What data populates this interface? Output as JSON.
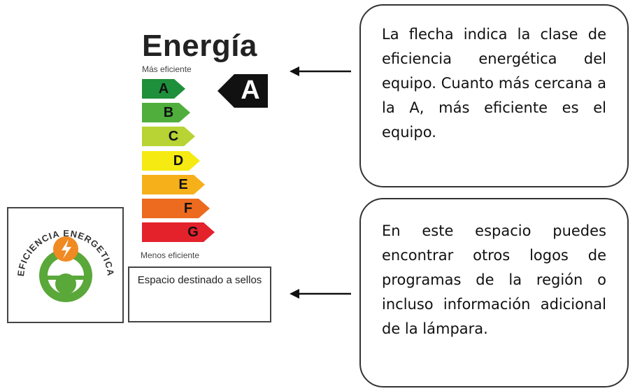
{
  "label": {
    "title": "Energía",
    "more_efficient": "Más eficiente",
    "less_efficient": "Menos eficiente",
    "selected_class": "A",
    "classes": [
      {
        "letter": "A",
        "color": "#1e8f3a"
      },
      {
        "letter": "B",
        "color": "#4fae3c"
      },
      {
        "letter": "C",
        "color": "#b7d334"
      },
      {
        "letter": "D",
        "color": "#f5ea12"
      },
      {
        "letter": "E",
        "color": "#f6b01a"
      },
      {
        "letter": "F",
        "color": "#ec6b1e"
      },
      {
        "letter": "G",
        "color": "#e3222b"
      }
    ],
    "seal_space": "Espacio destinado a sellos"
  },
  "logo": {
    "text": "EFICIENCIA ENERGETICA",
    "icon": "lightning-person-icon"
  },
  "callouts": [
    {
      "text": "La flecha indica la clase de eficiencia energética del equipo. Cuanto más cercana a la A, más eficiente es el equipo."
    },
    {
      "text": "En este espacio puedes encontrar otros logos de programas de la región o incluso información adicional de la lámpara."
    }
  ]
}
